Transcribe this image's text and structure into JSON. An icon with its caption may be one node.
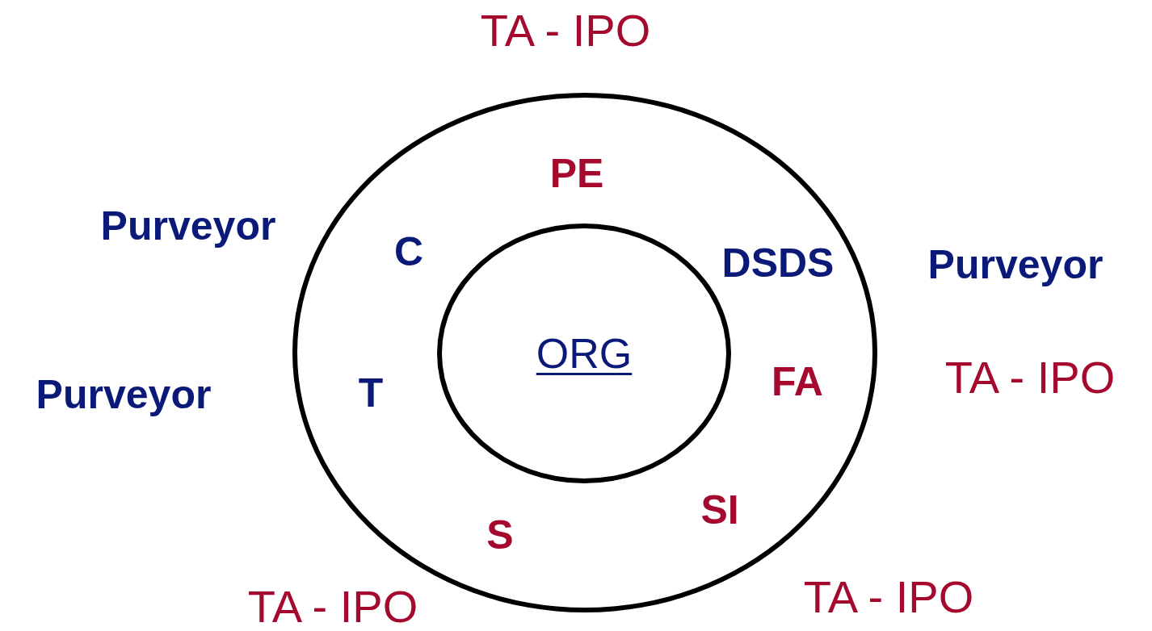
{
  "diagram": {
    "nodes": [
      {
        "text": [],
        "shape": "circle"
      },
      {
        "text": [
          "ORG"
        ],
        "in": 0
      }
    ],
    "labels": [
      "TA - IPO",
      "PE",
      "Purveyor",
      "C",
      "DSDS",
      "Purveyor",
      "TA - IPO",
      "Purveyor",
      "T",
      "FA",
      "SI",
      "S",
      "TA - IPO",
      "TA - IPO"
    ]
  }
}
